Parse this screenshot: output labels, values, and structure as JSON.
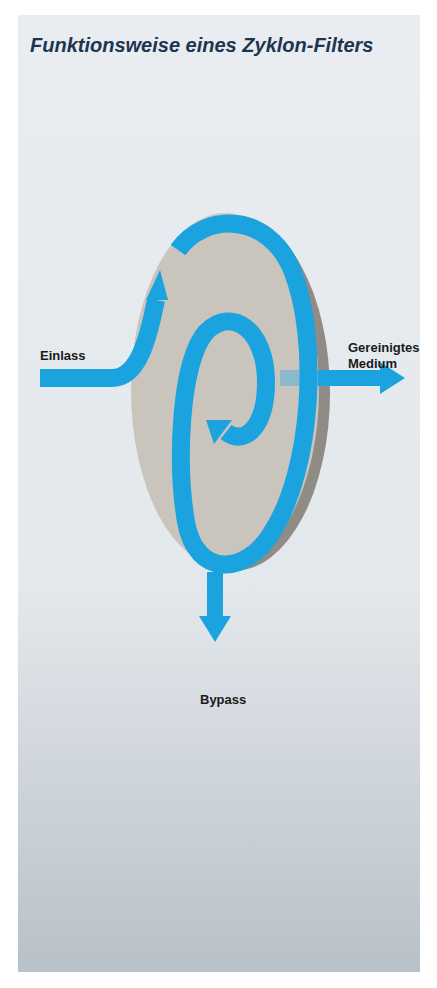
{
  "diagram": {
    "title": "Funktionsweise eines Zyklon-Filters",
    "labels": [
      "Einlass",
      "Gereinigtes Medium",
      "Bypass"
    ]
  }
}
